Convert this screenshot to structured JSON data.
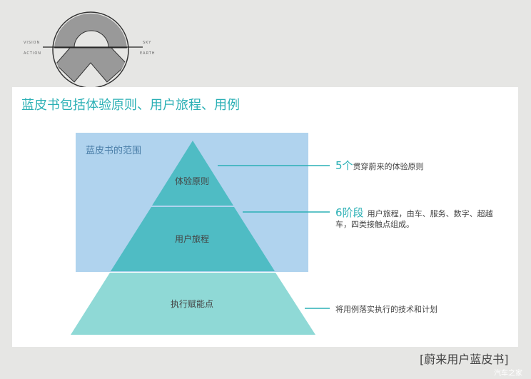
{
  "logo": {
    "left_top": "VISION",
    "left_bottom": "ACTION",
    "right_top": "SKY",
    "right_bottom": "EARTH"
  },
  "title": "蓝皮书包括体验原则、用户旅程、用例",
  "scope_label": "蓝皮书的范围",
  "pyramid": {
    "levels": [
      "体验原则",
      "用户旅程",
      "执行赋能点"
    ]
  },
  "annotations": [
    {
      "highlight": "5个",
      "text": "贯穿蔚来的体验原则"
    },
    {
      "highlight": "6阶段",
      "text": "用户旅程，由车、服务、数字、超越",
      "text2": "车，四类接触点组成。"
    },
    {
      "highlight": "",
      "text": "将用例落实执行的技术和计划"
    }
  ],
  "footer": "[蔚来用户蓝皮书]",
  "watermark": "汽车之家",
  "colors": {
    "accent": "#2bb0b5",
    "scope": "#b0d3ee",
    "top": "#4fbcc4",
    "bottom": "#8fd9d6"
  }
}
